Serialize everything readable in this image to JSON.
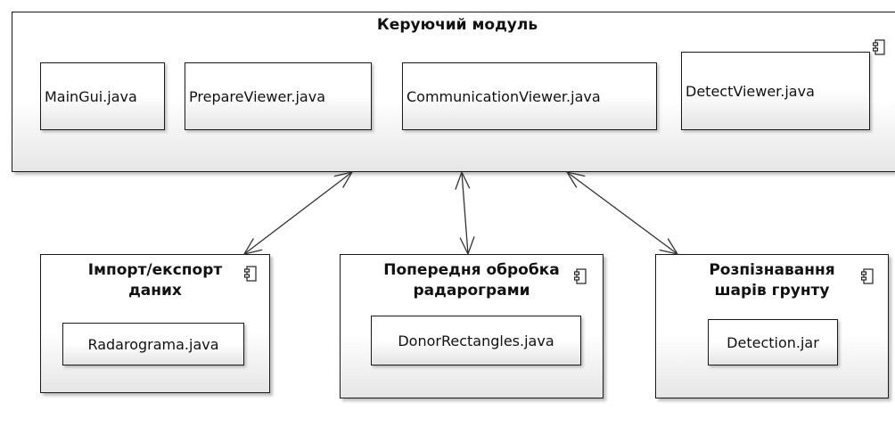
{
  "main": {
    "title": "Керуючий модуль",
    "components": [
      "MainGui.java",
      "PrepareViewer.java",
      "CommunicationViewer.java",
      "DetectViewer.java"
    ]
  },
  "modules": [
    {
      "title_line1": "Імпорт/експорт",
      "title_line2": "даних",
      "component": "Radarograma.java"
    },
    {
      "title_line1": "Попередня обробка",
      "title_line2": "радарограми",
      "component": "DonorRectangles.java"
    },
    {
      "title_line1": "Розпізнавання",
      "title_line2": "шарів грунту",
      "component": "Detection.jar"
    }
  ],
  "icons": {
    "package": "component-icon"
  }
}
